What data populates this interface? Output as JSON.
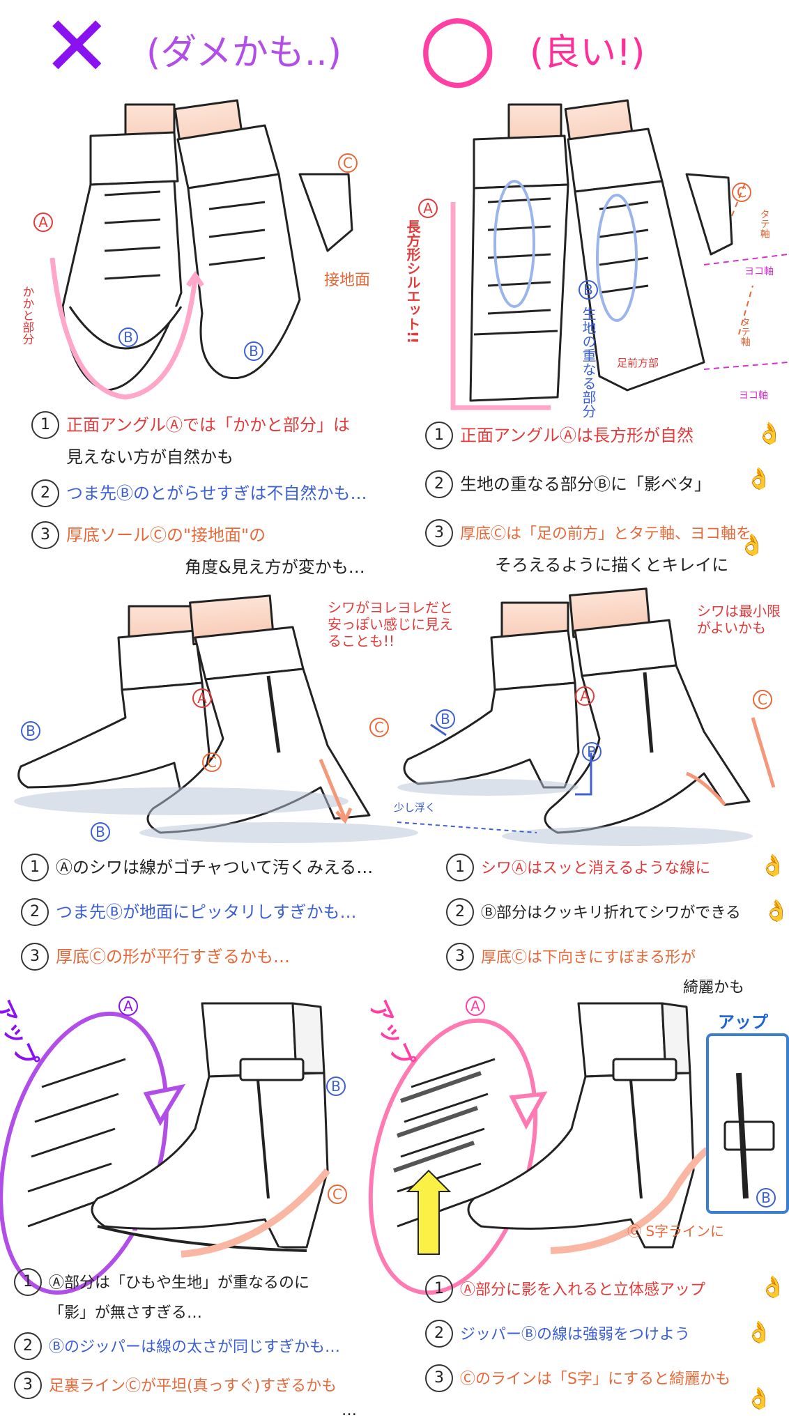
{
  "header": {
    "bad_mark": "✕",
    "bad_label": "(ダメかも..)",
    "good_mark": "○",
    "good_label": "(良い!)",
    "colors": {
      "bad": "#8a12f0",
      "good": "#ff3fa4"
    }
  },
  "section1": {
    "left": {
      "label_a": "A",
      "label_b": "B",
      "label_c": "C",
      "note_kakato": "かかと部分",
      "note_setchimen": "接地面"
    },
    "right": {
      "label_a": "A",
      "label_b": "B",
      "label_c": "C",
      "note_chohokei": "長方形シルエット!!",
      "note_kiji": "生地の重なる部分",
      "note_tate1": "タテ軸",
      "note_yoko1": "ヨコ軸",
      "note_tate2": "タテ軸",
      "note_yoko2": "ヨコ軸",
      "note_ashimae": "足前方部"
    },
    "bad_items": [
      {
        "num": "1",
        "text": "正面アングルⒶでは「かかと部分」は"
      },
      {
        "num": "",
        "text": "見えない方が自然かも"
      },
      {
        "num": "2",
        "text": "つま先Ⓑのとがらせすぎは不自然かも…"
      },
      {
        "num": "3",
        "text": "厚底ソールⒸの\"接地面\"の"
      },
      {
        "num": "",
        "text": "角度&見え方が変かも…"
      }
    ],
    "good_items": [
      {
        "num": "1",
        "text": "正面アングルⒶは長方形が自然"
      },
      {
        "num": "2",
        "text": "生地の重なる部分Ⓑに「影ベタ」"
      },
      {
        "num": "3",
        "text": "厚底Ⓒは「足の前方」とタテ軸、ヨコ軸を"
      },
      {
        "num": "",
        "text": "そろえるように描くとキレイに"
      }
    ]
  },
  "section2": {
    "left": {
      "note_shiwa": "シワがヨレヨレだと安っぽい感じに見えることも!!",
      "label_a": "A",
      "label_b": "B",
      "label_b2": "B",
      "label_c": "C",
      "label_c2": "C"
    },
    "right": {
      "note_shiwa": "シワは最小限がよいかも",
      "label_a": "A",
      "label_b": "B",
      "label_b2": "B",
      "label_c": "C",
      "note_uku": "少し浮く"
    },
    "bad_items": [
      {
        "num": "1",
        "text": "Ⓐのシワは線がゴチャついて汚くみえる…"
      },
      {
        "num": "2",
        "text": "つま先Ⓑが地面にピッタリしすぎかも…"
      },
      {
        "num": "3",
        "text": "厚底Ⓒの形が平行すぎるかも…"
      }
    ],
    "good_items": [
      {
        "num": "1",
        "text": "シワⒶはスッと消えるような線に"
      },
      {
        "num": "2",
        "text": "Ⓑ部分はクッキリ折れてシワができる"
      },
      {
        "num": "3",
        "text": "厚底Ⓒは下向きにすぼまる形が"
      },
      {
        "num": "",
        "text": "綺麗かも"
      }
    ]
  },
  "section3": {
    "left": {
      "up_label": "アップ",
      "label_a": "A",
      "label_b": "B",
      "label_c": "C"
    },
    "right": {
      "up_label": "アップ",
      "up_label_blue": "アップ",
      "label_a": "A",
      "label_b": "B",
      "note_s": "Ⓒ S字ラインに"
    },
    "bad_items": [
      {
        "num": "1",
        "text": "Ⓐ部分は「ひもや生地」が重なるのに"
      },
      {
        "num": "",
        "text": "「影」が無さすぎる…"
      },
      {
        "num": "2",
        "text": "Ⓑのジッパーは線の太さが同じすぎかも…"
      },
      {
        "num": "3",
        "text": "足裏ラインⒸが平坦(真っすぐ)すぎるかも"
      },
      {
        "num": "",
        "text": "…"
      }
    ],
    "good_items": [
      {
        "num": "1",
        "text": "Ⓐ部分に影を入れると立体感アップ"
      },
      {
        "num": "2",
        "text": "ジッパーⒷの線は強弱をつけよう"
      },
      {
        "num": "3",
        "text": "Ⓒのラインは「S字」にすると綺麗かも"
      }
    ]
  },
  "icons": {
    "ok_hand": "ok-hand-icon"
  }
}
